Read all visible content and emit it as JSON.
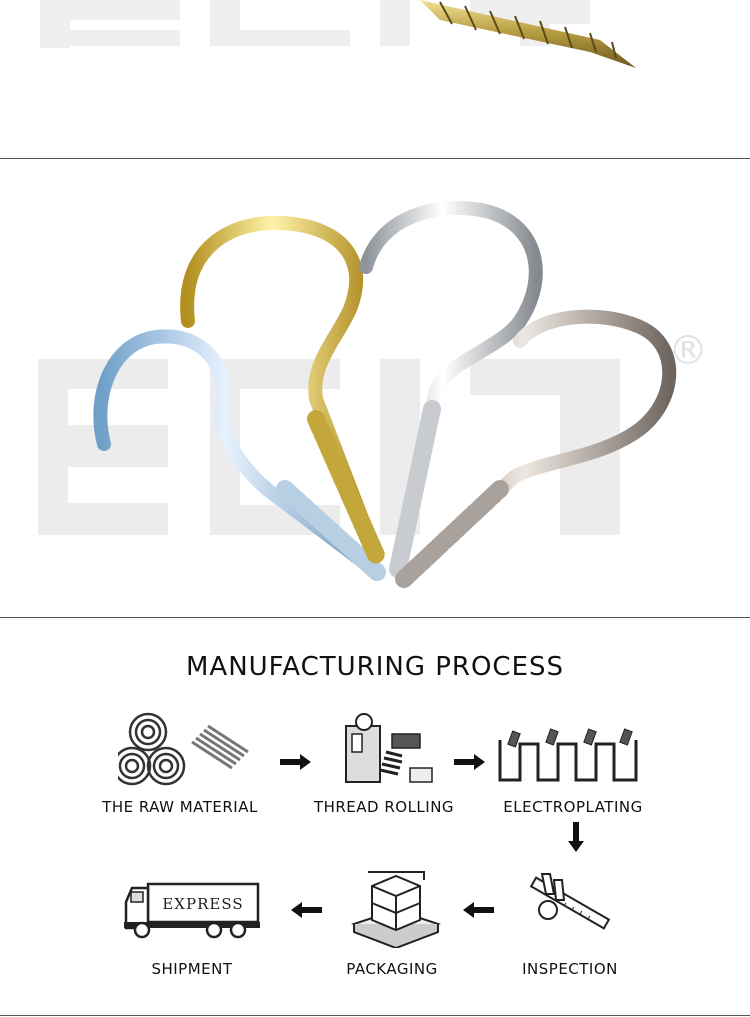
{
  "brand": {
    "watermark": "ECKJ",
    "registered_mark": "®"
  },
  "process": {
    "title": "MANUFACTURING PROCESS",
    "steps": [
      {
        "label": "THE RAW MATERIAL",
        "icon": "coil-and-rods-icon"
      },
      {
        "label": "THREAD ROLLING",
        "icon": "thread-rolling-machine-icon"
      },
      {
        "label": "ELECTROPLATING",
        "icon": "plating-tank-icon"
      },
      {
        "label": "INSPECTION",
        "icon": "caliper-icon"
      },
      {
        "label": "PACKAGING",
        "icon": "boxes-on-pallet-icon"
      },
      {
        "label": "SHIPMENT",
        "icon": "express-truck-icon"
      }
    ],
    "truck_text": "EXPRESS"
  },
  "colors": {
    "zinc_blue": "#9fc6e6",
    "brass": "#e0c23a",
    "chrome": "#d5d8dc",
    "nickel": "#b0a8a0",
    "watermark": "#eeeeee"
  }
}
